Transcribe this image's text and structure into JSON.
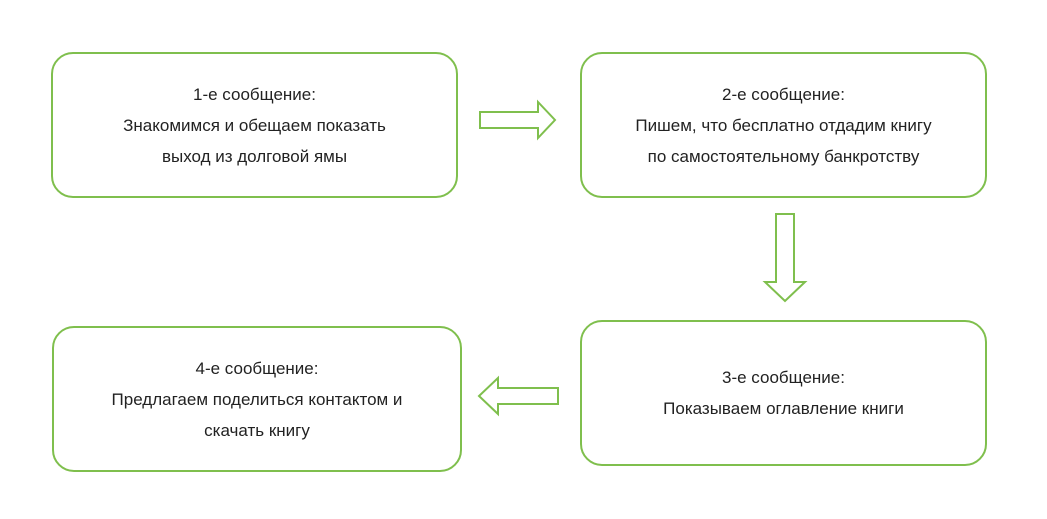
{
  "diagram": {
    "colors": {
      "border": "#7fbf4d",
      "text": "#222222",
      "background": "#ffffff"
    },
    "steps": [
      {
        "title": "1-е сообщение:",
        "lines": [
          "Знакомимся и обещаем показать",
          "выход из долговой ямы"
        ]
      },
      {
        "title": "2-е сообщение:",
        "lines": [
          "Пишем, что бесплатно отдадим книгу",
          "по самостоятельному банкротству"
        ]
      },
      {
        "title": "3-е сообщение:",
        "lines": [
          "Показываем оглавление книги"
        ]
      },
      {
        "title": "4-е сообщение:",
        "lines": [
          "Предлагаем поделиться контактом и",
          "скачать книгу"
        ]
      }
    ],
    "arrows": [
      {
        "from": "1-е сообщение:",
        "to": "2-е сообщение:",
        "direction": "right"
      },
      {
        "from": "2-е сообщение:",
        "to": "3-е сообщение:",
        "direction": "down"
      },
      {
        "from": "3-е сообщение:",
        "to": "4-е сообщение:",
        "direction": "left"
      }
    ]
  }
}
